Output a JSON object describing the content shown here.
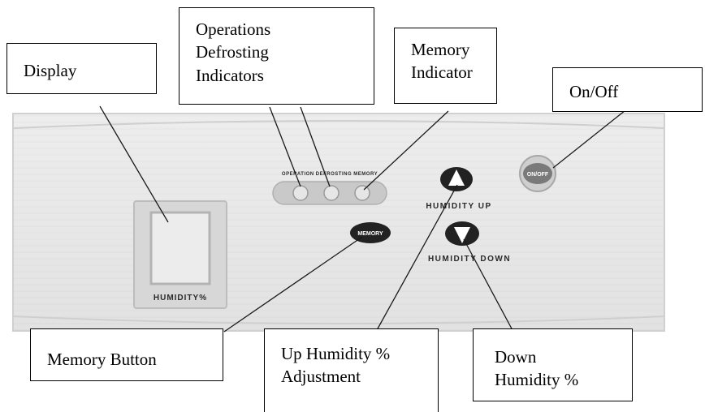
{
  "callouts": {
    "display": [
      "Display"
    ],
    "operations": [
      "Operations",
      "Defrosting",
      "Indicators"
    ],
    "memory_indicator": [
      "Memory",
      "Indicator"
    ],
    "on_off": [
      "On/Off"
    ],
    "memory_button": [
      "Memory Button"
    ],
    "up_humidity": [
      "Up Humidity %",
      "Adjustment"
    ],
    "down_humidity": [
      "Down",
      "Humidity %"
    ]
  },
  "panel": {
    "indicator_strip_text": "OPERATION DEFROSTING MEMORY",
    "display_label": "HUMIDITY%",
    "memory_button_label": "MEMORY",
    "onoff_button_label": "ON/OFF",
    "humidity_up_label": "HUMIDITY UP",
    "humidity_down_label": "HUMIDITY DOWN"
  },
  "colors": {
    "panel": "#e7e7e7",
    "panel_border": "#c8c8c8",
    "button_dark": "#222222",
    "indicator": "#cfcfcf"
  }
}
